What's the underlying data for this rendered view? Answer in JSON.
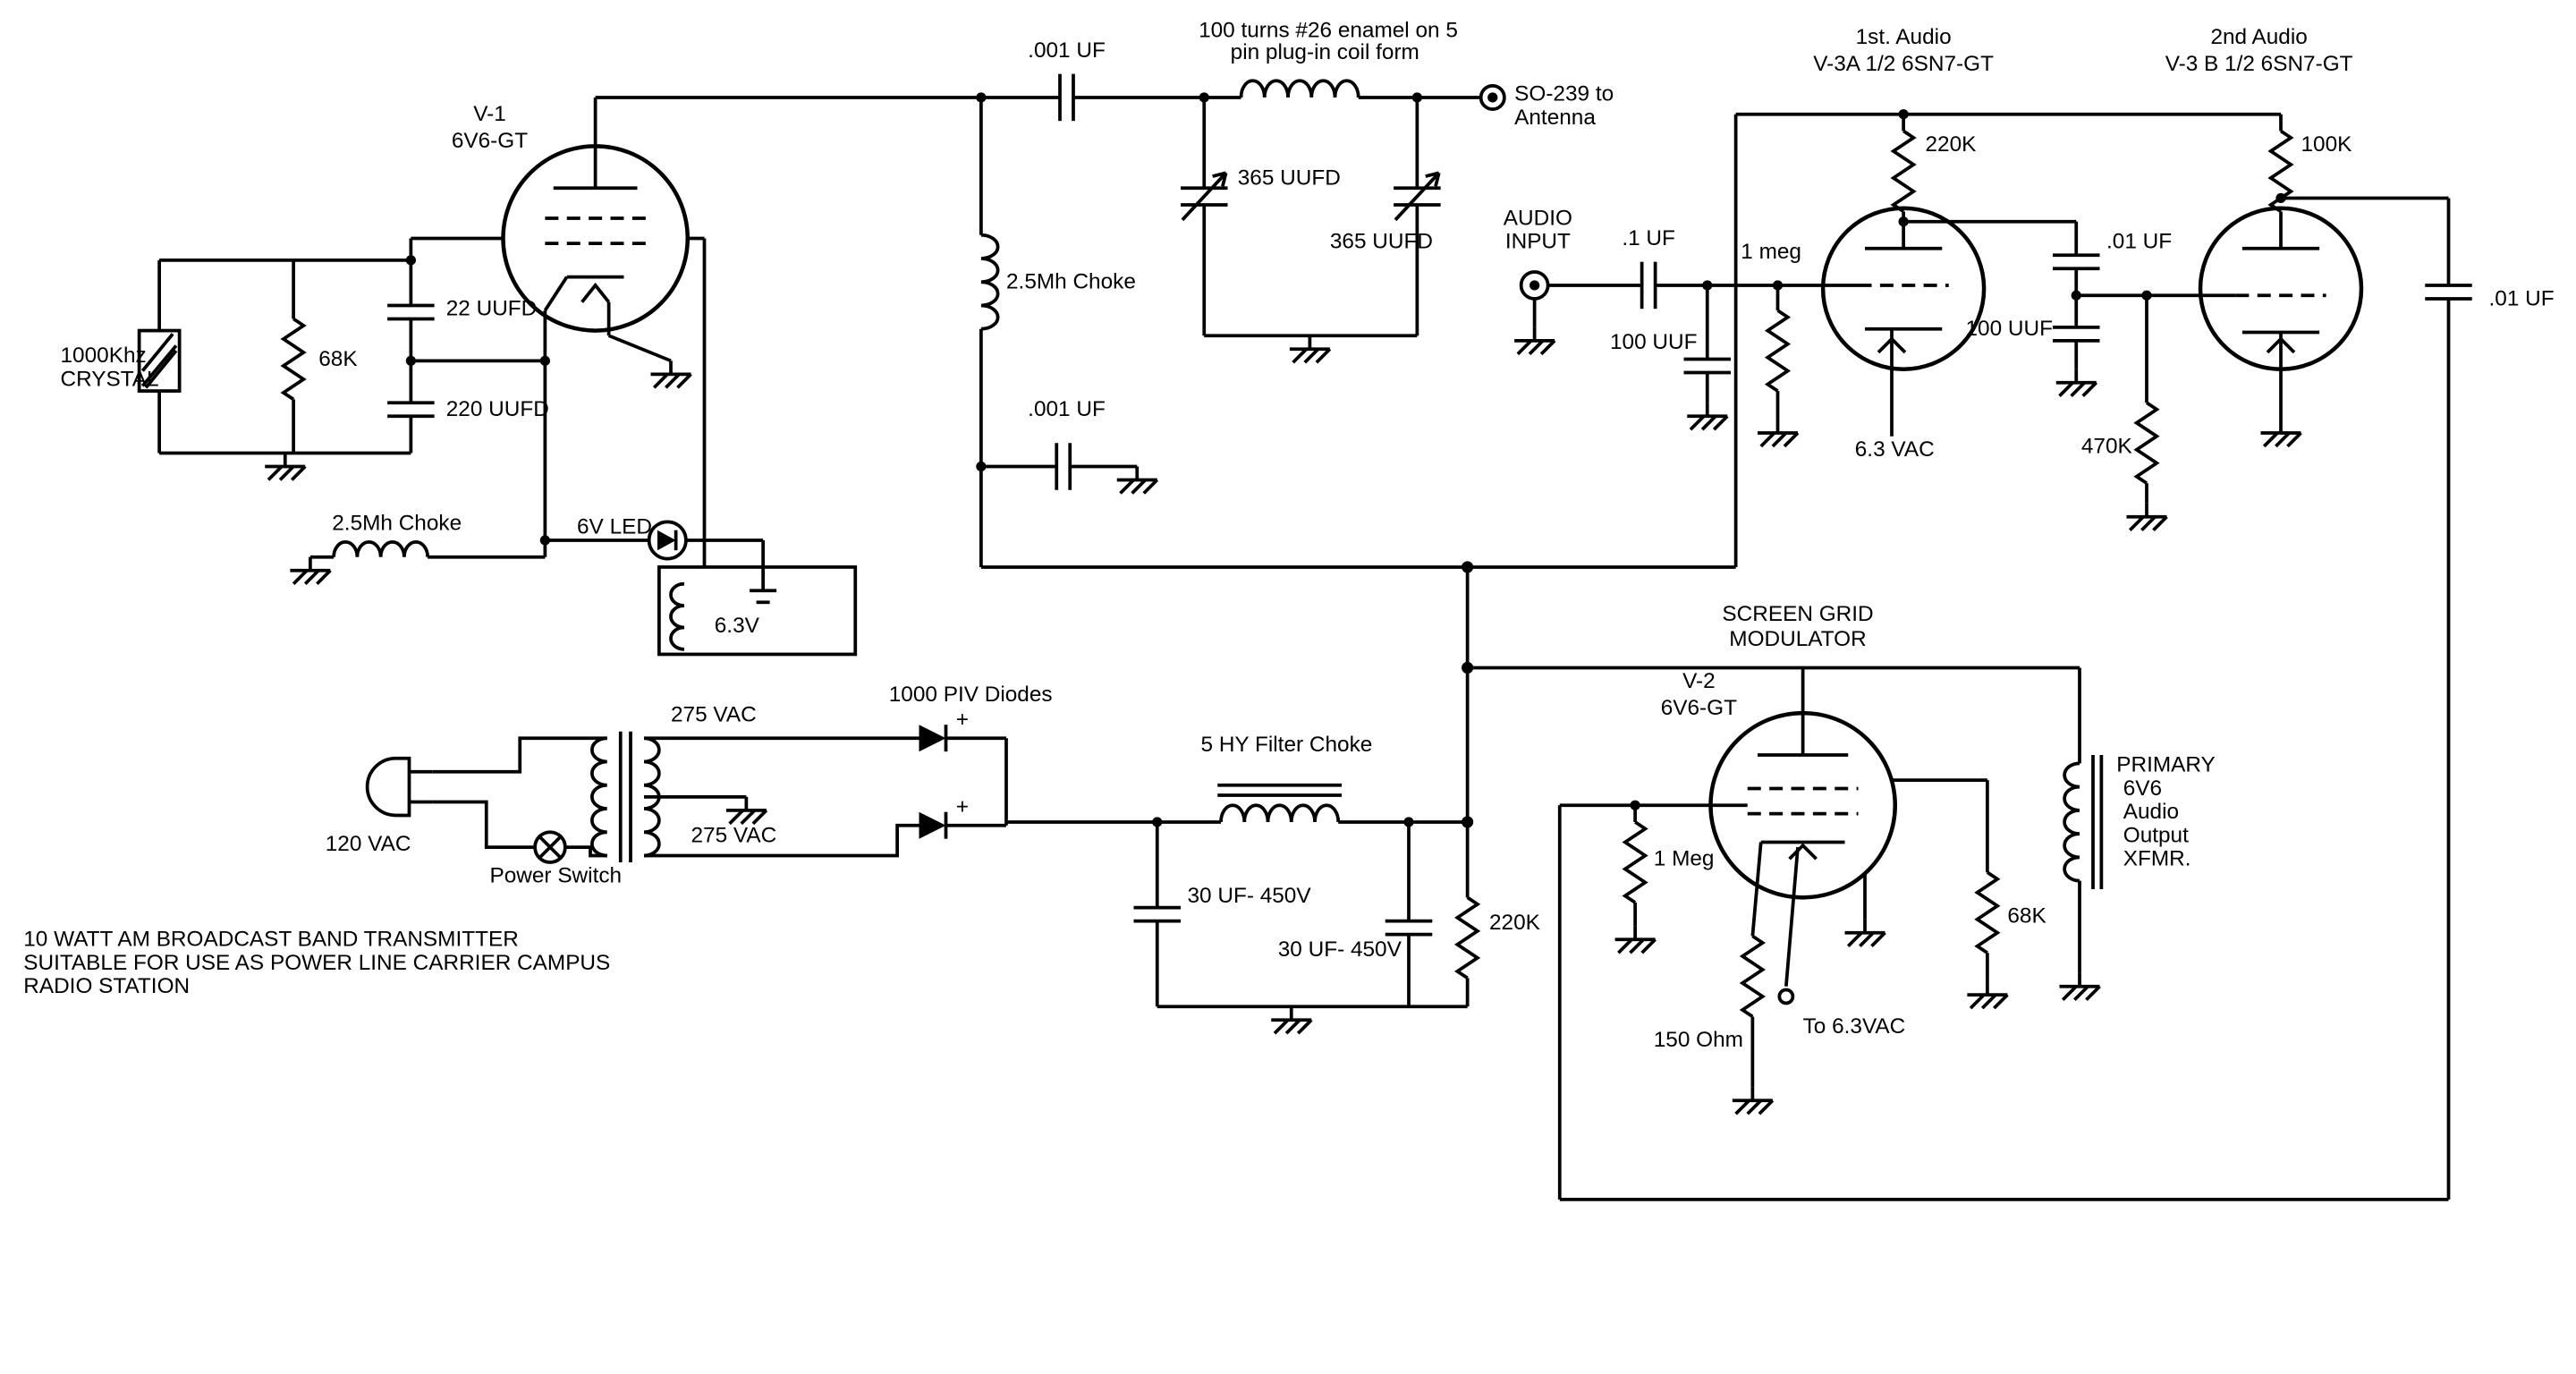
{
  "notes": {
    "l1": "10 WATT AM BROADCAST BAND TRANSMITTER",
    "l2": "SUITABLE FOR USE AS POWER LINE CARRIER CAMPUS",
    "l3": "RADIO STATION"
  },
  "osc": {
    "v1_name": "V-1",
    "v1_type": "6V6-GT",
    "crystal_l1": "1000Khz",
    "crystal_l2": "CRYSTAL",
    "r_grid": "68K",
    "c_fb1": "22 UUFD",
    "c_fb2": "220 UUFD",
    "choke": "2.5Mh Choke",
    "led": "6V LED",
    "led_supply": "6.3V"
  },
  "out": {
    "c_couple": ".001 UF",
    "coil_l1": "100 turns #26 enamel on 5",
    "coil_l2": "pin plug-in coil form",
    "ant_l1": "SO-239 to",
    "ant_l2": "Antenna",
    "c_tune_l": "365 UUFD",
    "c_tune_r": "365 UUFD",
    "choke": "2.5Mh Choke",
    "c_byp": ".001 UF"
  },
  "audio": {
    "in_l1": "AUDIO",
    "in_l2": "INPUT",
    "c_in": ".1 UF",
    "r_g1": "1 meg",
    "c_sh1": "100 UUF",
    "s1_l1": "1st. Audio",
    "s1_l2": "V-3A  1/2 6SN7-GT",
    "r_p1": "220K",
    "c_cpl": ".01 UF",
    "c_sh2": "100 UUF",
    "heater": "6.3 VAC",
    "r_g2": "470K",
    "s2_l1": "2nd Audio",
    "s2_l2": "V-3 B 1/2 6SN7-GT",
    "r_p2": "100K",
    "c_out": ".01 UF"
  },
  "psu": {
    "mains": "120 VAC",
    "sw": "Power Switch",
    "sec_top": "275 VAC",
    "sec_bot": "275 VAC",
    "diodes": "1000 PIV Diodes",
    "plus": "+",
    "choke": "5 HY Filter Choke",
    "c1": "30 UF- 450V",
    "c2": "30 UF- 450V",
    "bleeder": "220K"
  },
  "mod": {
    "t_l1": "SCREEN GRID",
    "t_l2": "MODULATOR",
    "v2_name": "V-2",
    "v2_type": "6V6-GT",
    "r_grid": "1 Meg",
    "r_k": "150 Ohm",
    "heater": "To 6.3VAC",
    "r_sg": "68K",
    "x1": "PRIMARY",
    "x2": "6V6",
    "x3": "Audio",
    "x4": "Output",
    "x5": "XFMR."
  }
}
